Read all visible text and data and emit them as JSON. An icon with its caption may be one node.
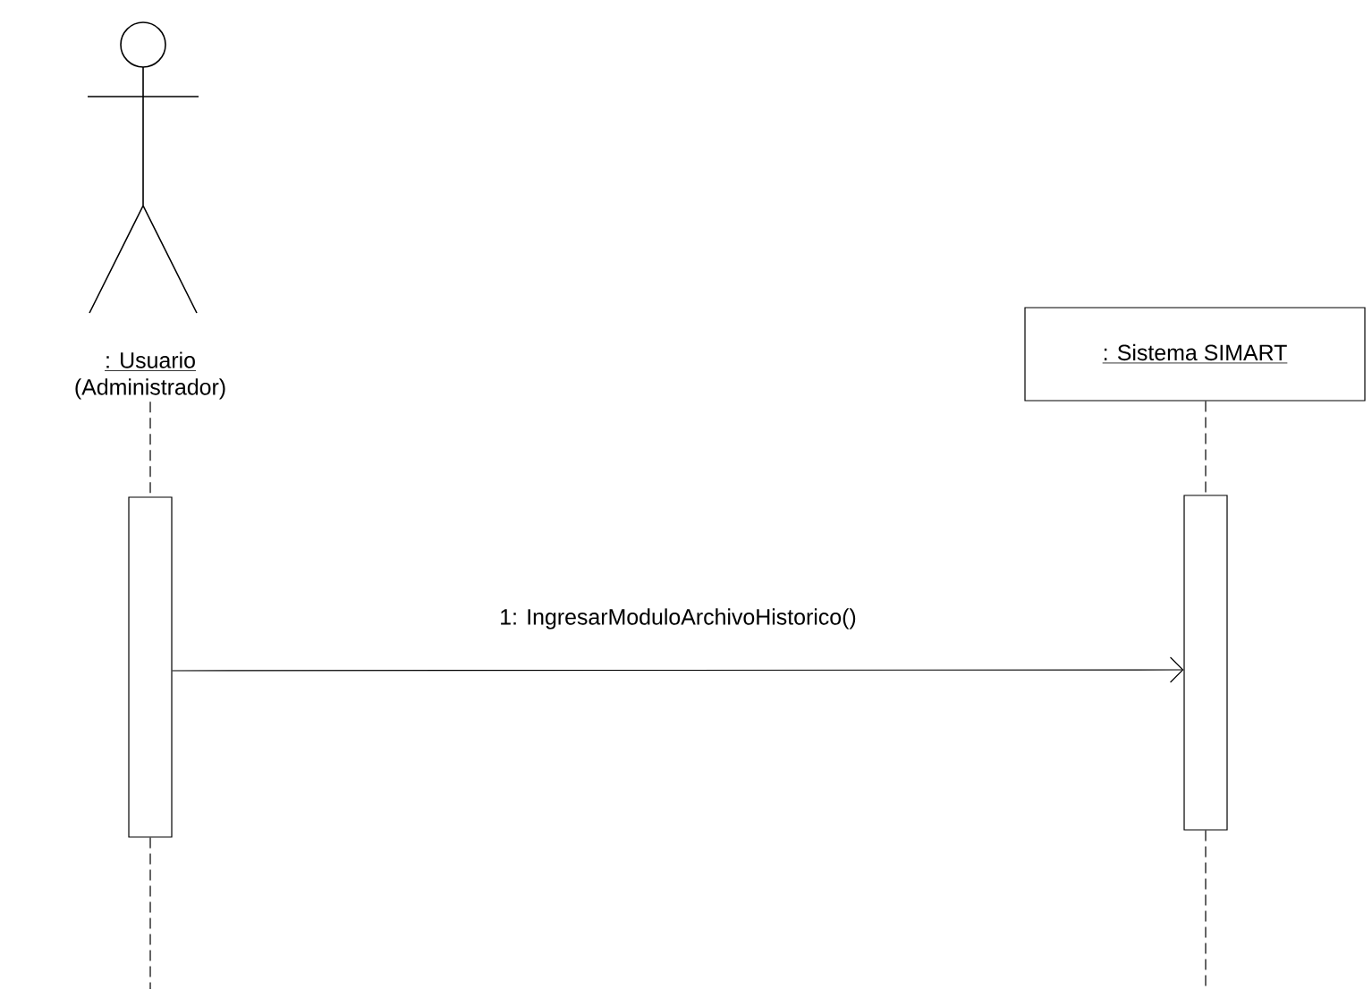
{
  "diagram": {
    "nodes": [
      {
        "text": [
          ": Usuario",
          "(Administrador)"
        ]
      },
      {
        "text": [
          ": Sistema SIMART"
        ]
      },
      {
        "text": [],
        "shape": "bar"
      },
      {
        "text": [],
        "shape": "bar"
      }
    ],
    "edges": [
      {
        "from": 0,
        "to": 2,
        "arrow": "none",
        "style": "dashed"
      },
      {
        "from": 2,
        "to": null,
        "arrow": "none",
        "style": "dashed"
      },
      {
        "from": 1,
        "to": 3,
        "arrow": "none",
        "style": "dashed"
      },
      {
        "from": 3,
        "to": null,
        "arrow": "none",
        "style": "dashed"
      },
      {
        "from": 2,
        "to": 3,
        "arrow": "to",
        "label": "1: IngresarModuloArchivoHistorico()"
      }
    ]
  }
}
